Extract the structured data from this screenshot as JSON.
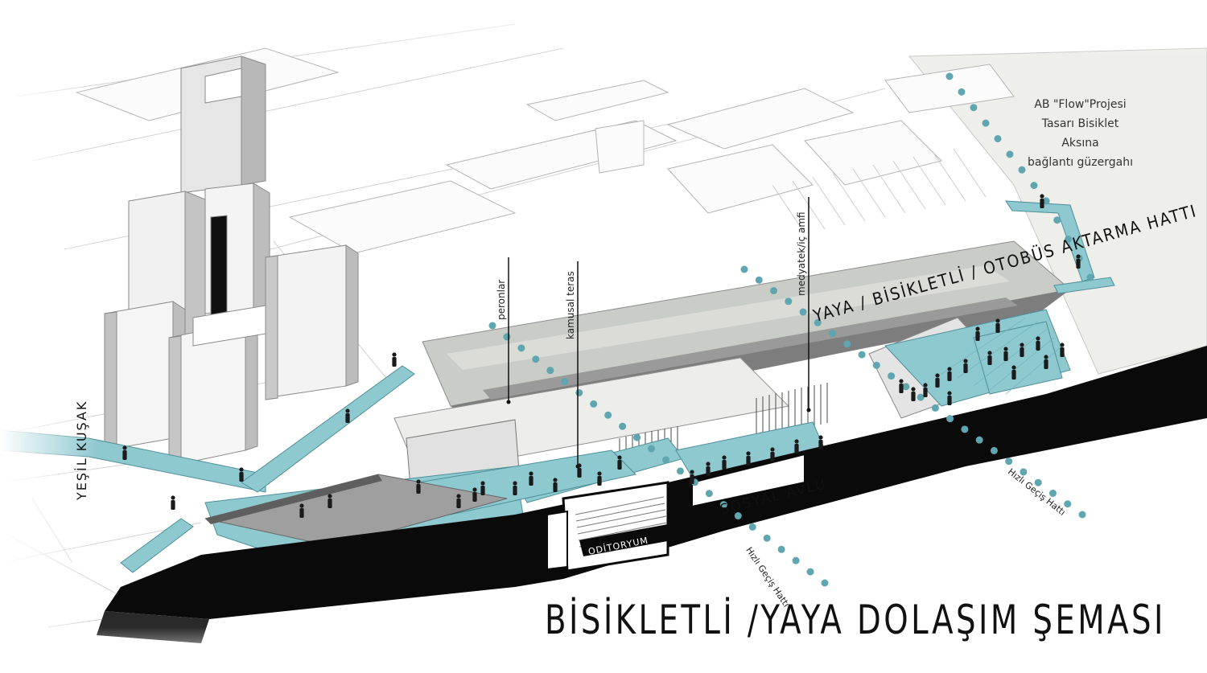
{
  "title": "BİSİKLETLİ /YAYA DOLAŞIM ŞEMASI",
  "note": {
    "line1": "AB \"Flow\"Projesi",
    "line2": "Tasarı Bisiklet",
    "line3": "Aksına",
    "line4": "bağlantı güzergahı"
  },
  "labels": {
    "peronlar": "peronlar",
    "kamusal_teras": "kamusal teras",
    "medyatek": "medyatek/iç amfi",
    "transfer_line": "YAYA / BİSİKLETLİ / OTOBÜS AKTARMA HATTI",
    "sosyal_avlu": "SOSYAL AVLU",
    "oditoryum": "ODİTORYUM",
    "yesil_kusak": "YEŞİL KUŞAK",
    "hizli_1": "Hızlı Geçiş Hattı",
    "hizli_2": "Hızlı Geçiş Hattı"
  },
  "colors": {
    "walkway": "#8ec9d0",
    "walkway_dark": "#5aa9b3",
    "path_dots": "#5fa6b0",
    "section_black": "#0a0a0a",
    "building_grey": "#9a9a9a"
  }
}
